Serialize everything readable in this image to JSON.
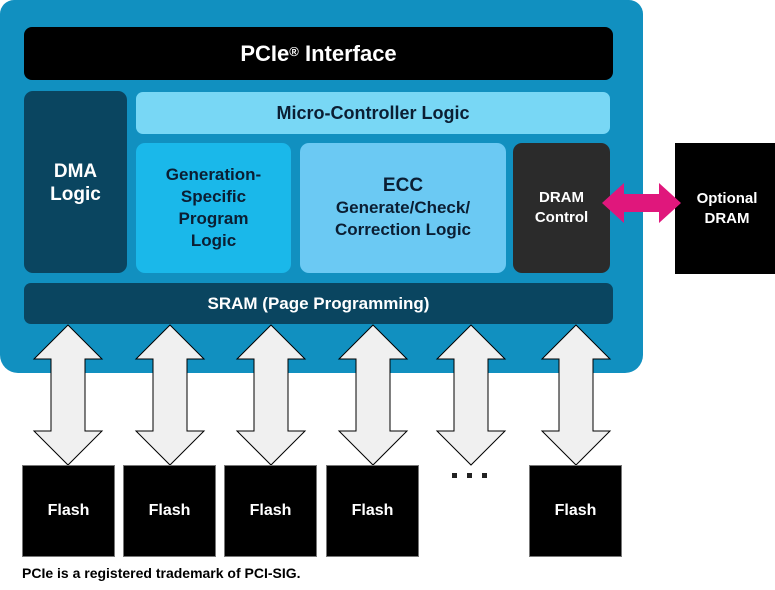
{
  "diagram": {
    "title": "SSD Controller Block Diagram",
    "controller": {
      "pcie_interface": {
        "label": "PCIe",
        "trademark_symbol": "®",
        "suffix": " Interface"
      },
      "dma_logic": {
        "lines": [
          "DMA",
          "Logic"
        ]
      },
      "micro_controller_logic": {
        "label": "Micro-Controller Logic"
      },
      "generation_specific_logic": {
        "lines": [
          "Generation-",
          "Specific",
          "Program",
          "Logic"
        ]
      },
      "ecc_logic": {
        "lines": [
          "ECC",
          "Generate/Check/",
          "Correction Logic"
        ]
      },
      "dram_control": {
        "lines": [
          "DRAM",
          "Control"
        ]
      },
      "sram": {
        "label": "SRAM (Page Programming)"
      }
    },
    "optional_dram": {
      "lines": [
        "Optional",
        "DRAM"
      ]
    },
    "dram_link": {
      "type": "bidirectional-arrow",
      "color": "#e0177c"
    },
    "flash_channels": [
      {
        "label": "Flash"
      },
      {
        "label": "Flash"
      },
      {
        "label": "Flash"
      },
      {
        "label": "Flash"
      },
      {
        "label": "Flash"
      }
    ],
    "ellipsis": "...",
    "footnote": "PCIe is a registered trademark of PCI-SIG.",
    "colors": {
      "controller_bg": "#1190c0",
      "dark_block": "#0a4560",
      "micro_controller": "#78d7f5",
      "generation_block": "#1ab8ea",
      "ecc_block": "#6bc9f3",
      "dram_control": "#2b2b2b",
      "flash_arrow_fill": "#f0f0f0"
    }
  }
}
